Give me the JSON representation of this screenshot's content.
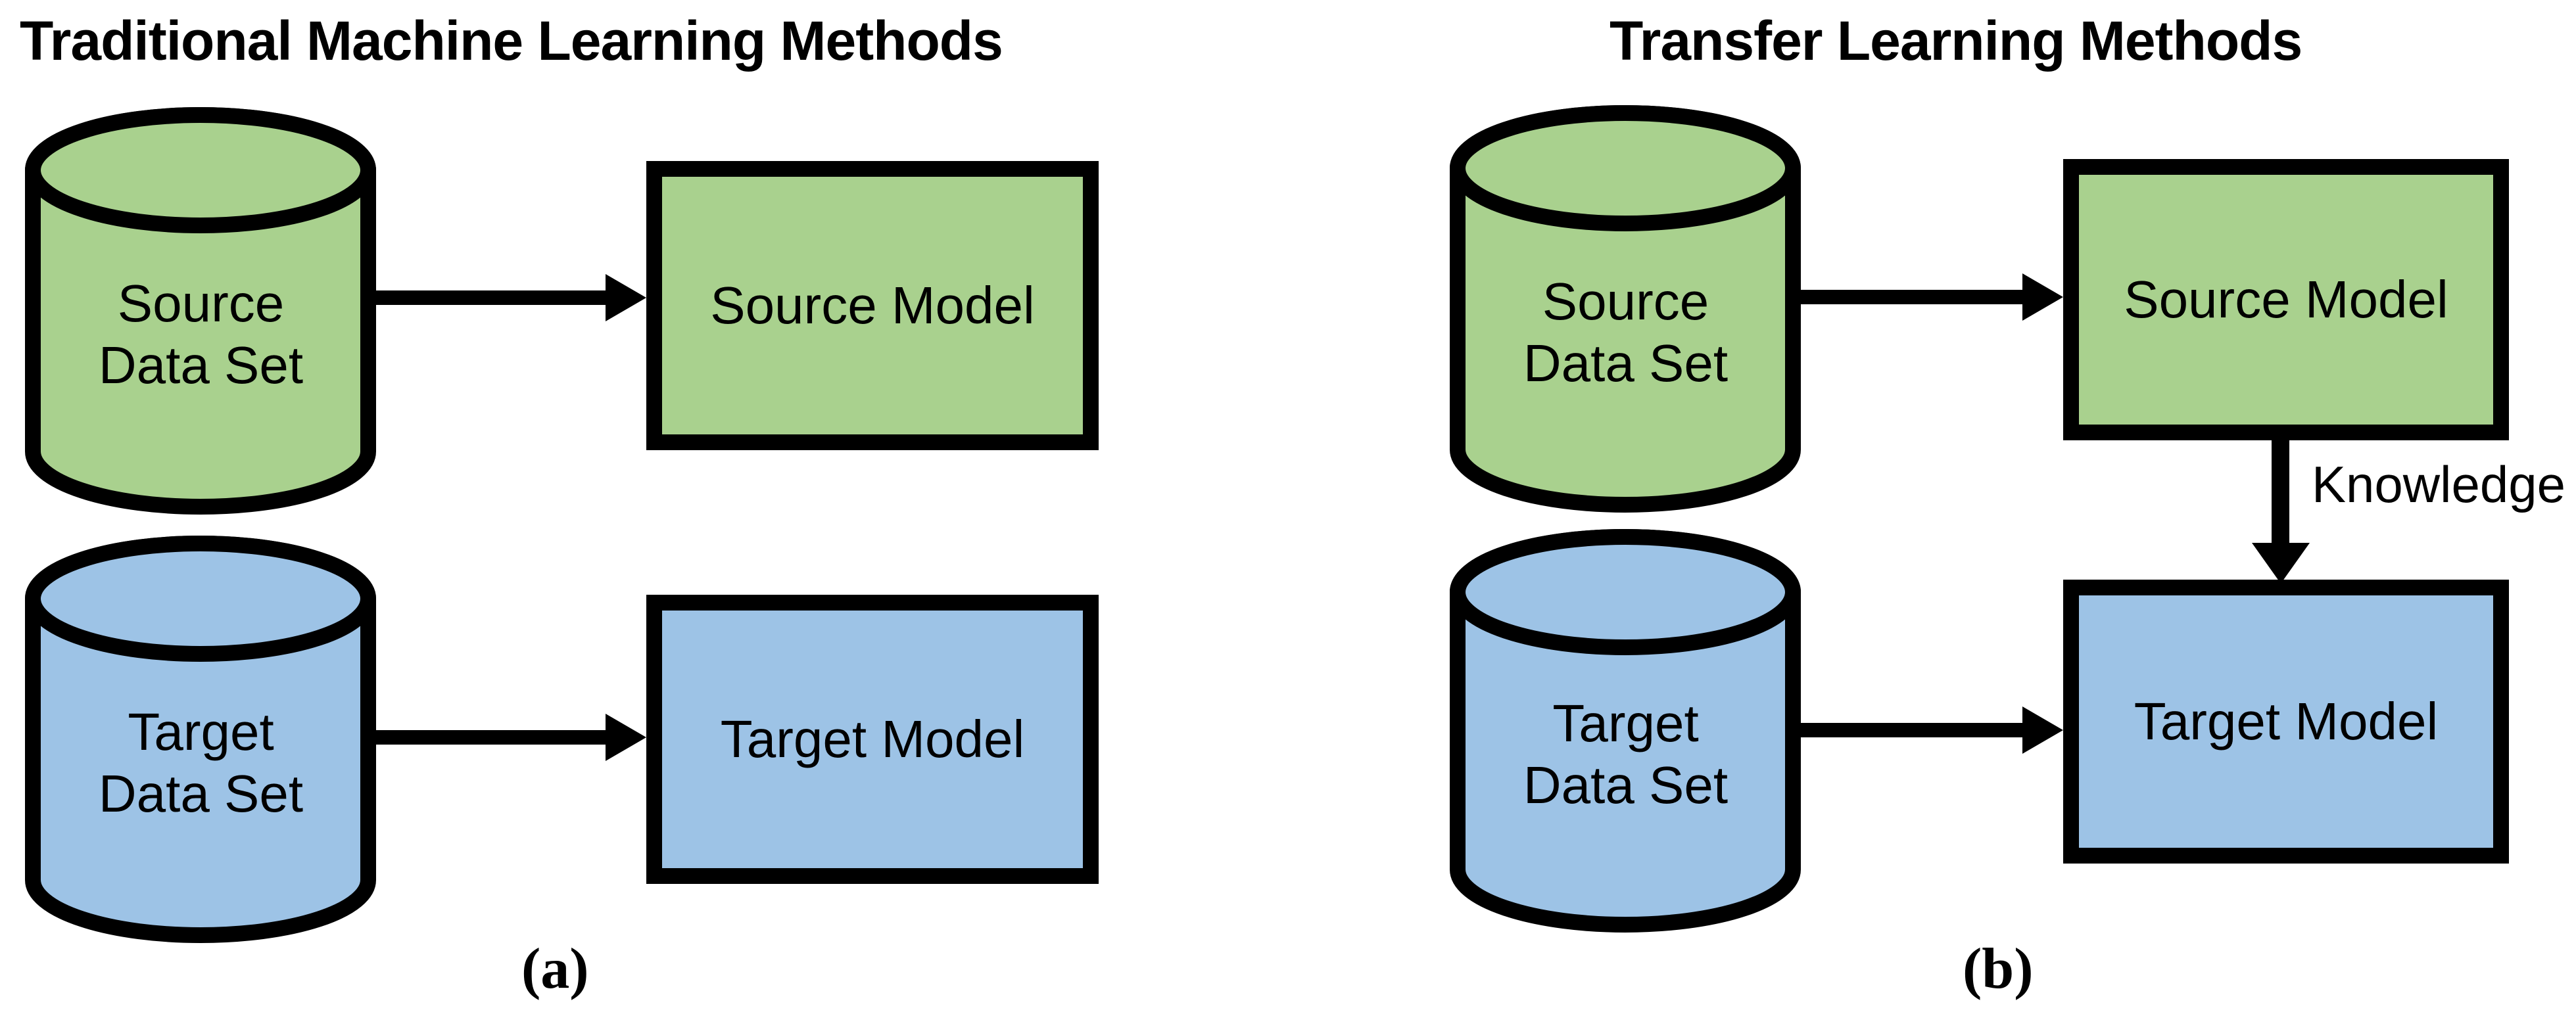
{
  "colors": {
    "source_green": "#A9D18E",
    "target_blue": "#9DC3E6",
    "stroke_black": "#000000",
    "background": "#ffffff"
  },
  "panel_a": {
    "title": "Traditional Machine Learning Methods",
    "source_cylinder": {
      "line1": "Source",
      "line2": "Data Set"
    },
    "source_model_box": "Source Model",
    "target_cylinder": {
      "line1": "Target",
      "line2": "Data Set"
    },
    "target_model_box": "Target Model",
    "caption": "(a)"
  },
  "panel_b": {
    "title": "Transfer Learning Methods",
    "source_cylinder": {
      "line1": "Source",
      "line2": "Data Set"
    },
    "source_model_box": "Source Model",
    "target_cylinder": {
      "line1": "Target",
      "line2": "Data Set"
    },
    "target_model_box": "Target Model",
    "knowledge_label": "Knowledge",
    "caption": "(b)"
  }
}
